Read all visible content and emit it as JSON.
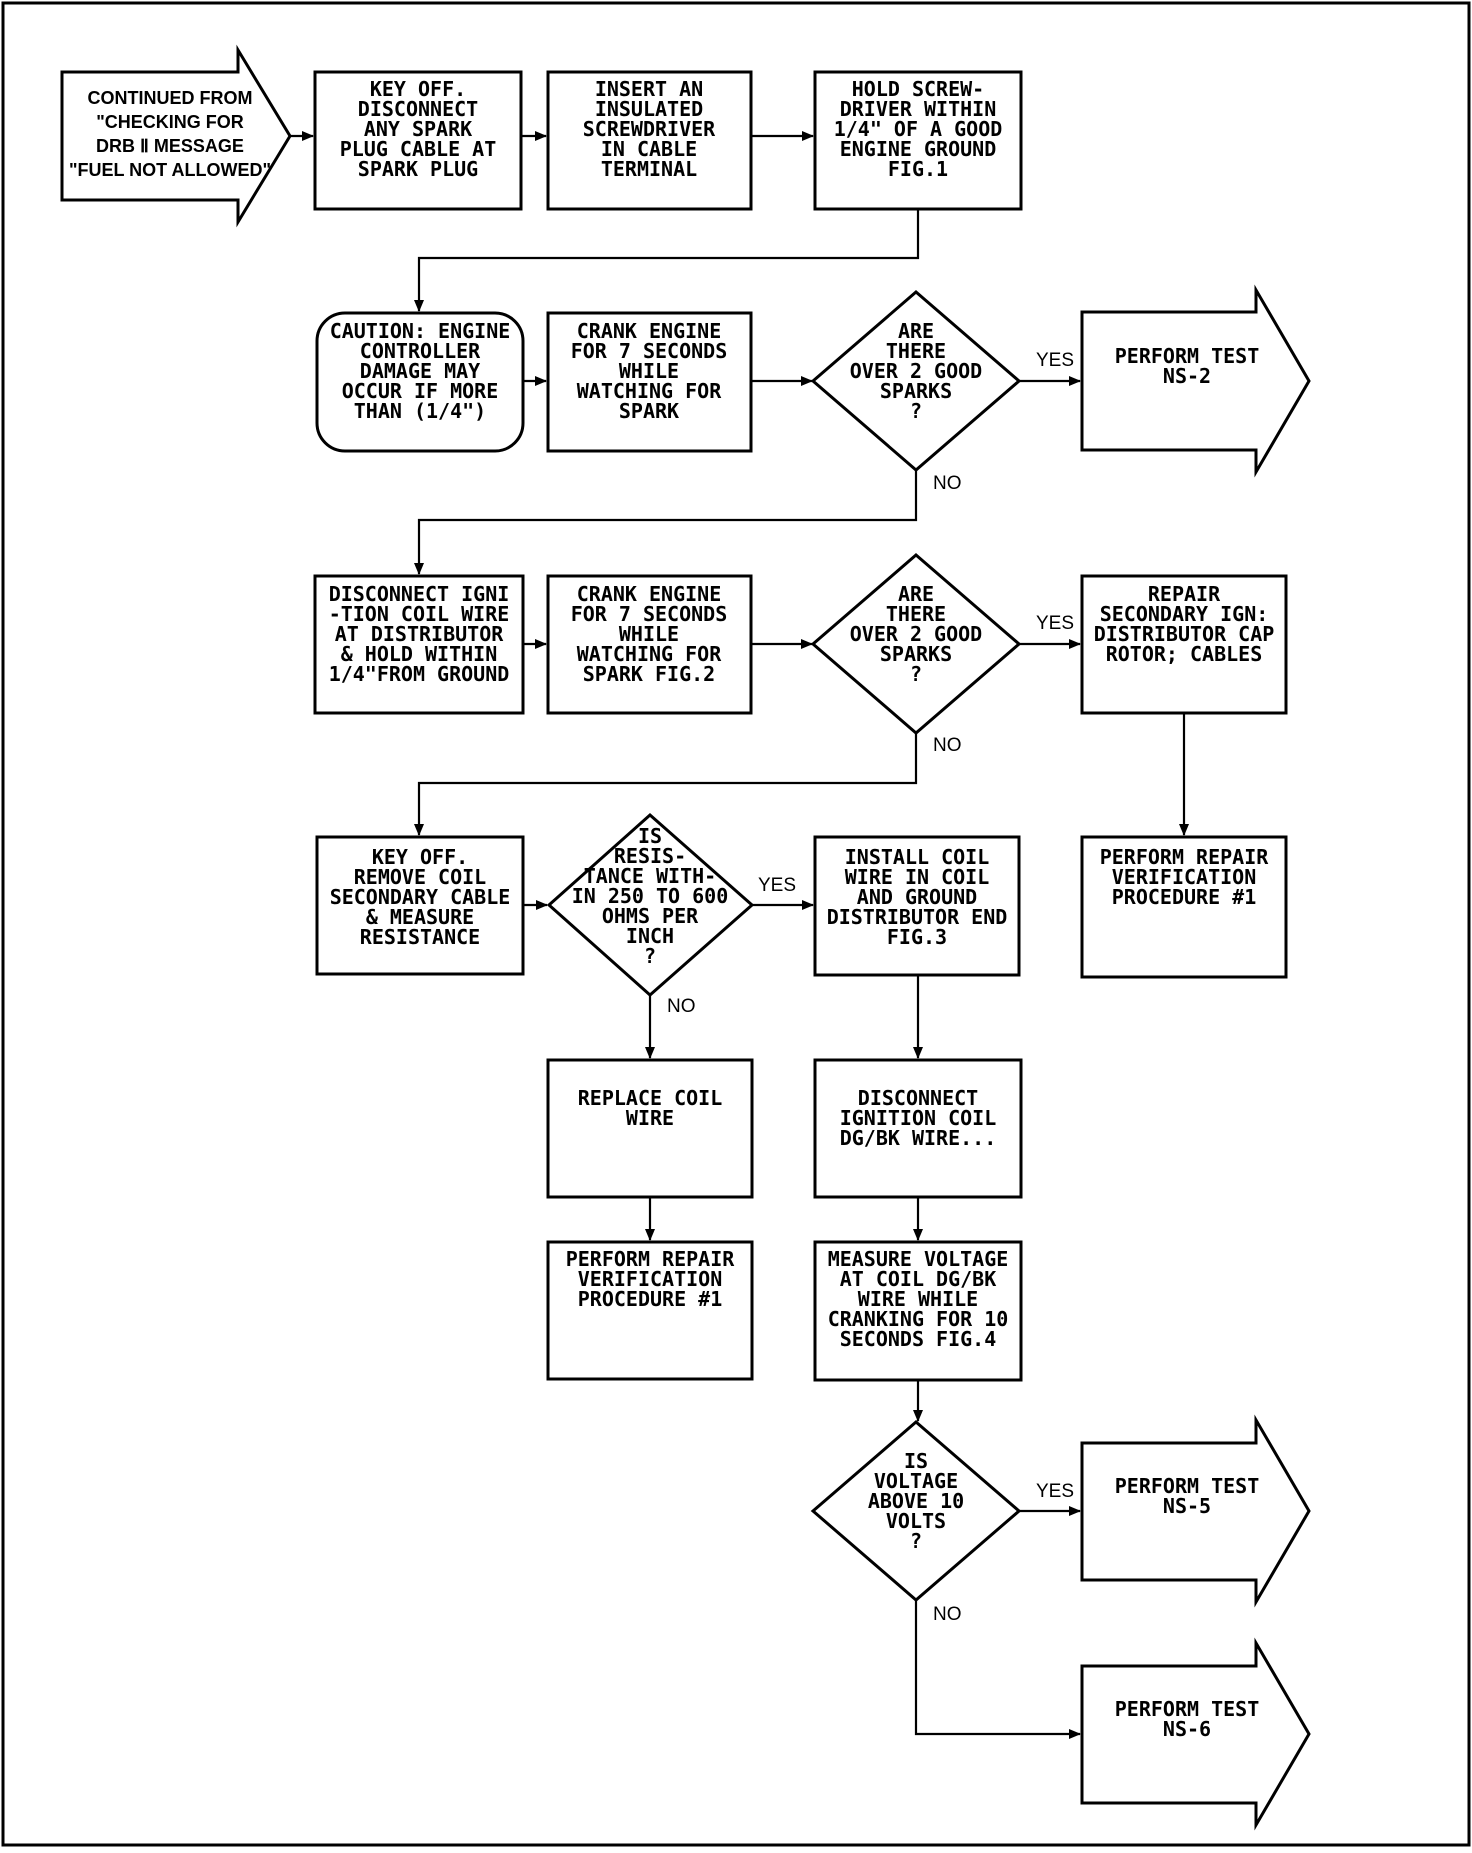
{
  "nodes": {
    "start": [
      "CONTINUED FROM",
      "\"CHECKING FOR",
      "DRB Ⅱ MESSAGE",
      "\"FUEL NOT ALLOWED\""
    ],
    "keyoff1": [
      "KEY OFF.",
      "DISCONNECT",
      "ANY SPARK",
      "PLUG CABLE AT",
      "SPARK PLUG"
    ],
    "insert": [
      "INSERT AN",
      "INSULATED",
      "SCREWDRIVER",
      "IN CABLE",
      "TERMINAL"
    ],
    "hold": [
      "HOLD SCREW-",
      "DRIVER WITHIN",
      "1/4\" OF A GOOD",
      "ENGINE GROUND",
      "FIG.1"
    ],
    "caution": [
      "CAUTION: ENGINE",
      "CONTROLLER",
      "DAMAGE MAY",
      "OCCUR IF MORE",
      "THAN (1/4\")"
    ],
    "crank1": [
      "CRANK ENGINE",
      "FOR 7 SECONDS",
      "WHILE",
      "WATCHING FOR",
      "SPARK"
    ],
    "dec1": [
      "ARE",
      "THERE",
      "OVER 2 GOOD",
      "SPARKS",
      "?"
    ],
    "ns2": [
      "PERFORM TEST",
      "NS-2"
    ],
    "disc_ign": [
      "DISCONNECT IGNI",
      "-TION COIL WIRE",
      "AT DISTRIBUTOR",
      "& HOLD WITHIN",
      "1/4\"FROM GROUND"
    ],
    "crank2": [
      "CRANK ENGINE",
      "FOR 7 SECONDS",
      "WHILE",
      "WATCHING FOR",
      "SPARK FIG.2"
    ],
    "dec2": [
      "ARE",
      "THERE",
      "OVER 2 GOOD",
      "SPARKS",
      "?"
    ],
    "repair_sec": [
      "REPAIR",
      "SECONDARY IGN:",
      "DISTRIBUTOR CAP",
      "ROTOR; CABLES"
    ],
    "keyoff2": [
      "KEY OFF.",
      "REMOVE COIL",
      "SECONDARY CABLE",
      "& MEASURE",
      "RESISTANCE"
    ],
    "dec3": [
      "IS",
      "RESIS-",
      "TANCE WITH-",
      "IN 250 TO 600",
      "OHMS PER",
      "INCH",
      "?"
    ],
    "install": [
      "INSTALL COIL",
      "WIRE IN COIL",
      "AND GROUND",
      "DISTRIBUTOR END",
      "FIG.3"
    ],
    "prv_right": [
      "PERFORM REPAIR",
      "VERIFICATION",
      "PROCEDURE #1"
    ],
    "replace": [
      "REPLACE COIL",
      "WIRE"
    ],
    "disc_coil": [
      "DISCONNECT",
      "IGNITION COIL",
      "DG/BK WIRE..."
    ],
    "prv_left": [
      "PERFORM REPAIR",
      "VERIFICATION",
      "PROCEDURE #1"
    ],
    "measure": [
      "MEASURE VOLTAGE",
      "AT COIL DG/BK",
      "WIRE WHILE",
      "CRANKING FOR 10",
      "SECONDS FIG.4"
    ],
    "dec4": [
      "IS",
      "VOLTAGE",
      "ABOVE 10",
      "VOLTS",
      "?"
    ],
    "ns5": [
      "PERFORM TEST",
      "NS-5"
    ],
    "ns6": [
      "PERFORM TEST",
      "NS-6"
    ]
  },
  "labels": {
    "yes": "YES",
    "no": "NO"
  }
}
